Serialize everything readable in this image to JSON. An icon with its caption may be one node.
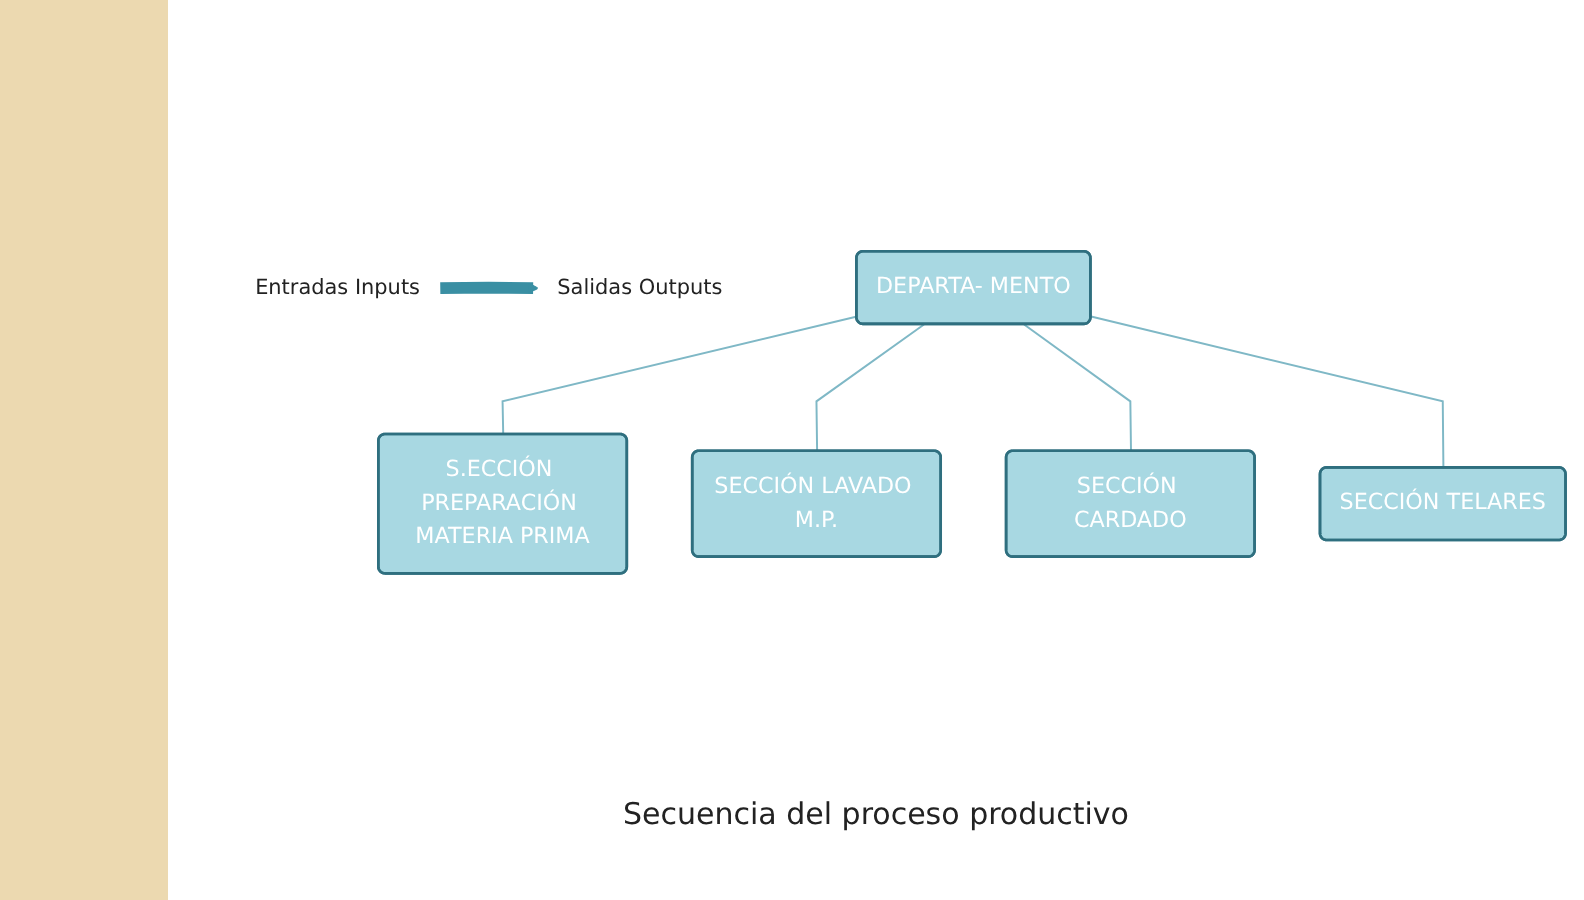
{
  "diagram": {
    "nodes": [
      {
        "text": [
          "DEPARTA- MENTO"
        ]
      },
      {
        "text": [
          "S.ECCIÓN PREPARACIÓN MATERIA PRIMA"
        ]
      },
      {
        "text": [
          "SECCIÓN LAVADO M.P."
        ]
      },
      {
        "text": [
          "SECCIÓN CARDADO"
        ]
      },
      {
        "text": [
          "SECCIÓN TELARES"
        ]
      },
      {
        "text": [
          "Entradas Inputs"
        ]
      },
      {
        "text": [
          "Salidas Outputs"
        ]
      }
    ],
    "edges": [
      {
        "from": 0,
        "to": 1,
        "arrow": "none"
      },
      {
        "from": 0,
        "to": 2,
        "arrow": "none"
      },
      {
        "from": 0,
        "to": 3,
        "arrow": "none"
      },
      {
        "from": 0,
        "to": 4,
        "arrow": "none"
      },
      {
        "from": 5,
        "to": 6,
        "arrow": "to",
        "style": "thick",
        "color": "#3a8fa3"
      }
    ],
    "labels": [
      "Secuencia del proceso productivo"
    ]
  }
}
